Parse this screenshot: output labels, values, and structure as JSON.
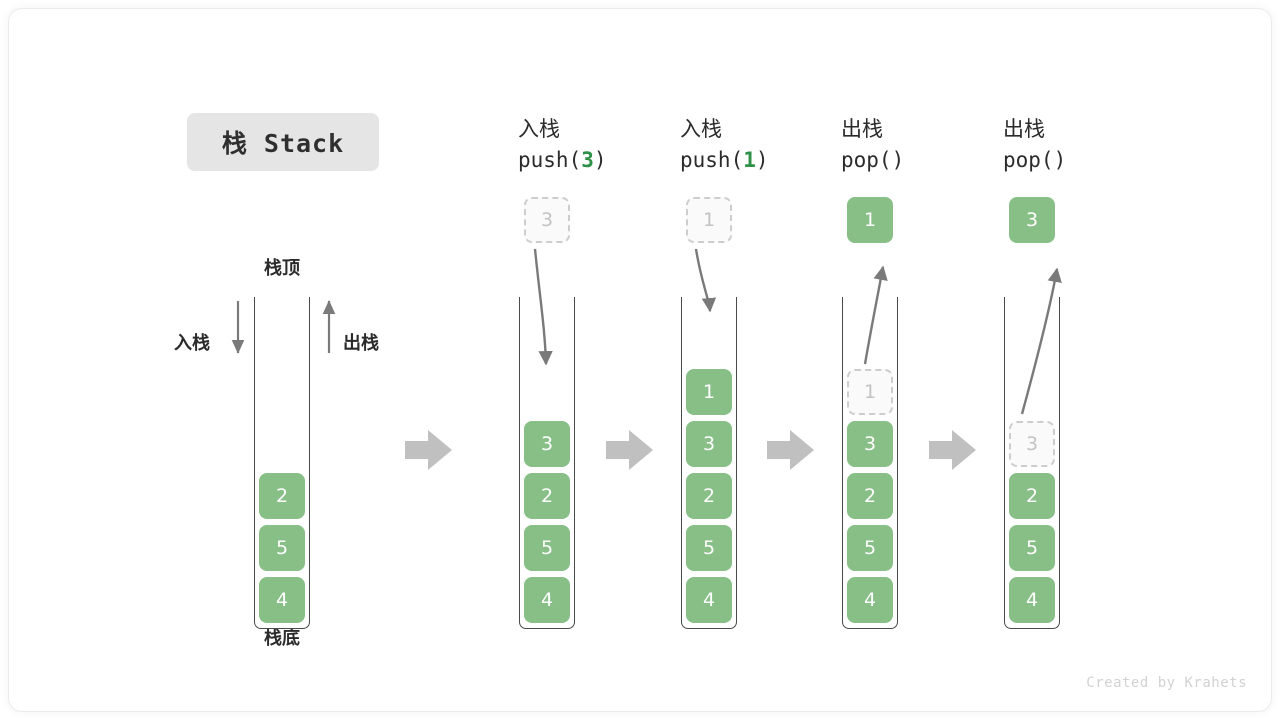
{
  "title": {
    "text": "栈 Stack"
  },
  "first_stack": {
    "top_label": "栈顶",
    "bottom_label": "栈底",
    "push_label": "入栈",
    "pop_label": "出栈",
    "items": [
      "2",
      "5",
      "4"
    ]
  },
  "steps": [
    {
      "op_cn": "入栈",
      "code_prefix": "push(",
      "code_num": "3",
      "code_suffix": ")",
      "float": {
        "value": "3",
        "style": "ghost",
        "position": "above"
      },
      "items": [
        {
          "value": "3",
          "style": "solid"
        },
        {
          "value": "2",
          "style": "solid"
        },
        {
          "value": "5",
          "style": "solid"
        },
        {
          "value": "4",
          "style": "solid"
        }
      ]
    },
    {
      "op_cn": "入栈",
      "code_prefix": "push(",
      "code_num": "1",
      "code_suffix": ")",
      "float": {
        "value": "1",
        "style": "ghost",
        "position": "above"
      },
      "items": [
        {
          "value": "1",
          "style": "solid"
        },
        {
          "value": "3",
          "style": "solid"
        },
        {
          "value": "2",
          "style": "solid"
        },
        {
          "value": "5",
          "style": "solid"
        },
        {
          "value": "4",
          "style": "solid"
        }
      ]
    },
    {
      "op_cn": "出栈",
      "code_prefix": "pop(",
      "code_num": "",
      "code_suffix": ")",
      "float": {
        "value": "1",
        "style": "solid",
        "position": "above"
      },
      "items": [
        {
          "value": "1",
          "style": "ghost"
        },
        {
          "value": "3",
          "style": "solid"
        },
        {
          "value": "2",
          "style": "solid"
        },
        {
          "value": "5",
          "style": "solid"
        },
        {
          "value": "4",
          "style": "solid"
        }
      ]
    },
    {
      "op_cn": "出栈",
      "code_prefix": "pop(",
      "code_num": "",
      "code_suffix": ")",
      "float": {
        "value": "3",
        "style": "solid",
        "position": "above"
      },
      "items": [
        {
          "value": "3",
          "style": "ghost"
        },
        {
          "value": "2",
          "style": "solid"
        },
        {
          "value": "5",
          "style": "solid"
        },
        {
          "value": "4",
          "style": "solid"
        }
      ]
    }
  ],
  "colors": {
    "green": "#87bf87",
    "green_text": "#2e9147",
    "arrow_gray": "#7a7a7a",
    "block_arrow": "#c0c0c0",
    "ghost_border": "#cdcdcd"
  },
  "credit": "Created by Krahets"
}
